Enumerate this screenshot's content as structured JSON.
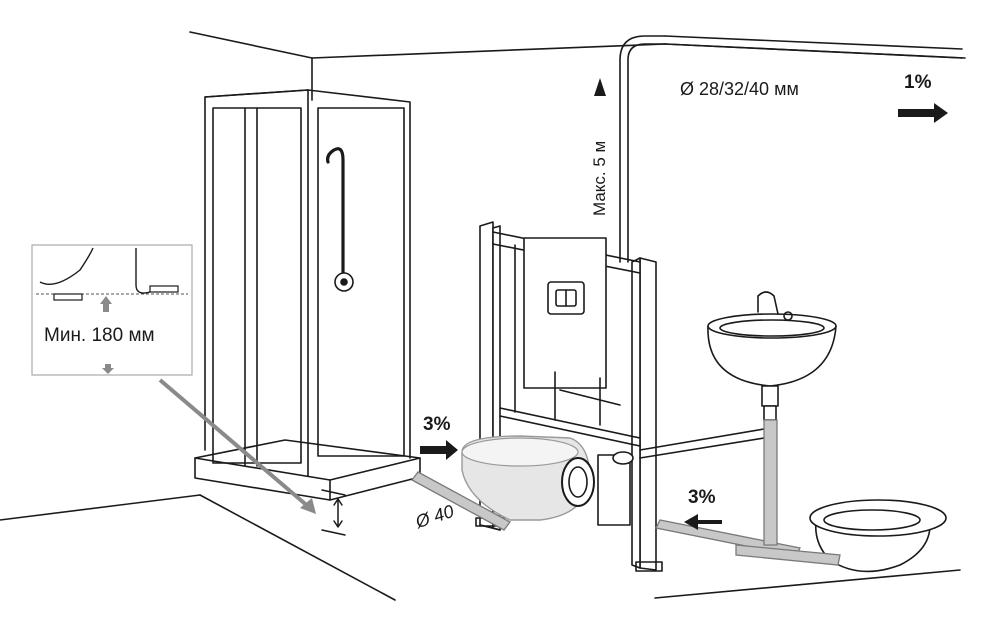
{
  "inset": {
    "min_height_label": "Мин. 180 мм"
  },
  "vent": {
    "pipe_diameter_label": "Ø 28/32/40 мм",
    "max_height_label": "Макс. 5 м"
  },
  "slopes": {
    "top_right": "1%",
    "left_inlet": "3%",
    "right_outlet": "3%"
  },
  "drain": {
    "diameter_label": "Ø 40"
  },
  "colors": {
    "line": "#1a1a1a",
    "pipe": "#8a8a8a",
    "pipe_fill": "#c8c8c8",
    "inset_border": "#aaaaaa"
  }
}
